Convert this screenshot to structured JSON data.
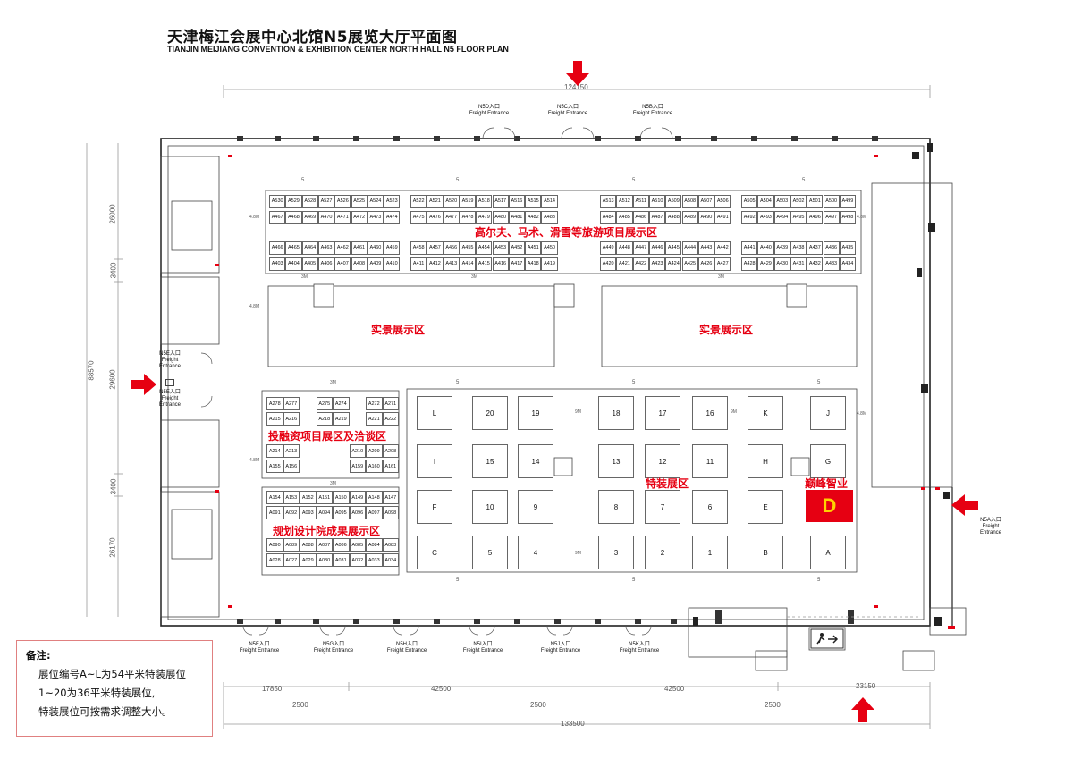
{
  "title": "天津梅江会展中心北馆N5展览大厅平面图",
  "subtitle": "TIANJIN MEIJIANG CONVENTION & EXHIBITION CENTER  NORTH HALL N5 FLOOR PLAN",
  "dims": {
    "top": "124150",
    "bottom": "133500",
    "left_total": "88570",
    "left": [
      "26000",
      "3400",
      "29600",
      "3400",
      "26170"
    ],
    "bottom_row1": [
      "17850",
      "42500",
      "42500",
      "23150"
    ],
    "bottom_row2": [
      "2500",
      "2500",
      "2500"
    ],
    "misc": [
      "5",
      "4.8M",
      "3M",
      "9M"
    ]
  },
  "entrances_top": [
    {
      "label": "N5D入口",
      "en": "Freight Entrance"
    },
    {
      "label": "N5C入口",
      "en": "Freight Entrance"
    },
    {
      "label": "N5B入口",
      "en": "Freight Entrance"
    }
  ],
  "entrances_bottom": [
    {
      "label": "N5F入口",
      "en": "Freight Entrance"
    },
    {
      "label": "N5G入口",
      "en": "Freight Entrance"
    },
    {
      "label": "N5H入口",
      "en": "Freight Entrance"
    },
    {
      "label": "N5I入口",
      "en": "Freight Entrance"
    },
    {
      "label": "N5J入口",
      "en": "Freight Entrance"
    },
    {
      "label": "N5K入口",
      "en": "Freight Entrance"
    }
  ],
  "entrance_left_top": {
    "label": "N5E入口",
    "en1": "Freight",
    "en2": "Entrance"
  },
  "entrance_left_bottom": {
    "label": "N5E入口",
    "en1": "Freight",
    "en2": "Entrance"
  },
  "entrance_right": {
    "label": "N5A入口",
    "en1": "Freight",
    "en2": "Entrance"
  },
  "zones": {
    "golf": "高尔夫、马术、滑雪等旅游项目展示区",
    "real1": "实景展示区",
    "real2": "实景展示区",
    "invest": "投融资项目展区及洽谈区",
    "planning": "规划设计院成果展示区",
    "special": "特装展区",
    "company": "巅峰智业",
    "highlight": "D"
  },
  "booth_rows": {
    "r1a": [
      "A530",
      "A529",
      "A528",
      "A527",
      "A526",
      "A525",
      "A524",
      "A523"
    ],
    "r1b": [
      "A522",
      "A521",
      "A520",
      "A519",
      "A518",
      "A517",
      "A516",
      "A515",
      "A514"
    ],
    "r1c": [
      "A513",
      "A512",
      "A511",
      "A510",
      "A509",
      "A508",
      "A507",
      "A506"
    ],
    "r1d": [
      "A505",
      "A504",
      "A503",
      "A502",
      "A501",
      "A500",
      "A499"
    ],
    "r2a": [
      "A467",
      "A468",
      "A469",
      "A470",
      "A471",
      "A472",
      "A473",
      "A474"
    ],
    "r2b": [
      "A475",
      "A476",
      "A477",
      "A478",
      "A479",
      "A480",
      "A481",
      "A482",
      "A483"
    ],
    "r2c": [
      "A484",
      "A485",
      "A486",
      "A487",
      "A488",
      "A489",
      "A490",
      "A491"
    ],
    "r2d": [
      "A492",
      "A493",
      "A494",
      "A495",
      "A496",
      "A497",
      "A498"
    ],
    "r3a": [
      "A466",
      "A465",
      "A464",
      "A463",
      "A462",
      "A461",
      "A460",
      "A459"
    ],
    "r3b": [
      "A458",
      "A457",
      "A456",
      "A455",
      "A454",
      "A453",
      "A452",
      "A451",
      "A450"
    ],
    "r3c": [
      "A449",
      "A448",
      "A447",
      "A446",
      "A445",
      "A444",
      "A443",
      "A442"
    ],
    "r3d": [
      "A441",
      "A440",
      "A439",
      "A438",
      "A437",
      "A436",
      "A435"
    ],
    "r4a": [
      "A403",
      "A404",
      "A405",
      "A406",
      "A407",
      "A408",
      "A409",
      "A410"
    ],
    "r4b": [
      "A411",
      "A412",
      "A413",
      "A414",
      "A415",
      "A416",
      "A417",
      "A418",
      "A419"
    ],
    "r4c": [
      "A420",
      "A421",
      "A422",
      "A423",
      "A424",
      "A425",
      "A426",
      "A427"
    ],
    "r4d": [
      "A428",
      "A429",
      "A430",
      "A431",
      "A432",
      "A433",
      "A434"
    ],
    "i1": [
      "A278",
      "A277",
      "",
      "A275",
      "A274",
      "",
      "A272",
      "A271"
    ],
    "i2": [
      "A215",
      "A216",
      "",
      "A218",
      "A219",
      "",
      "A221",
      "A222"
    ],
    "i3": [
      "A214",
      "A213",
      "",
      "",
      "",
      "A210",
      "A209",
      "A208"
    ],
    "i4": [
      "A155",
      "A156",
      "",
      "",
      "",
      "A159",
      "A160",
      "A161"
    ],
    "p1": [
      "A154",
      "A153",
      "A152",
      "A151",
      "A150",
      "A149",
      "A148",
      "A147"
    ],
    "p2": [
      "A091",
      "A092",
      "A093",
      "A094",
      "A095",
      "A096",
      "A097",
      "A098"
    ],
    "p3": [
      "A090",
      "A089",
      "A088",
      "A087",
      "A086",
      "A085",
      "A084",
      "A083"
    ],
    "p4": [
      "A028",
      "A027",
      "A029",
      "A030",
      "A031",
      "A032",
      "A033",
      "A034"
    ]
  },
  "special_grid": [
    [
      "L",
      "20",
      "19",
      "18",
      "17",
      "16",
      "K",
      "J"
    ],
    [
      "I",
      "15",
      "14",
      "13",
      "12",
      "11",
      "H",
      "G"
    ],
    [
      "F",
      "10",
      "9",
      "8",
      "7",
      "6",
      "E",
      ""
    ],
    [
      "C",
      "5",
      "4",
      "3",
      "2",
      "1",
      "B",
      "A"
    ]
  ],
  "note": {
    "heading": "备注:",
    "line1": "展位编号A~L为54平米特装展位",
    "line2": "1~20为36平米特装展位,",
    "line3": "特装展位可按需求调整大小。"
  },
  "colors": {
    "red": "#e60012",
    "highlight_fill": "#e60012",
    "highlight_text": "#ffd200"
  }
}
